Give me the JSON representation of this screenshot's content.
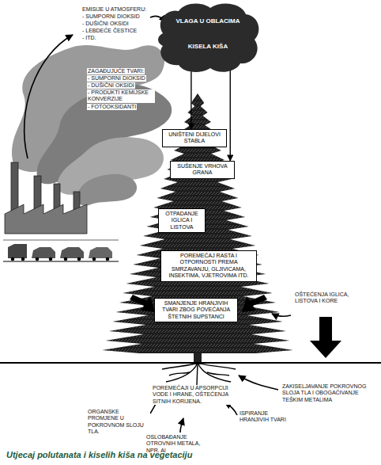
{
  "diagram": {
    "caption": "Utjecaj polutanata i kiselih kiša na vegetaciju",
    "nodes": [
      {
        "text": [
          "VLAGA U OBLACIMA",
          "KISELA KIŠA"
        ]
      },
      {
        "text": [
          "UNIŠTENI DIJELOVI STABLA"
        ]
      },
      {
        "text": [
          "SUŠENJE VRHOVA GRANA"
        ]
      },
      {
        "text": [
          "OTPADANJE IGLICA I LISTOVA"
        ]
      },
      {
        "text": [
          "POREMEĆAJ RASTA I OTPORNOSTI PREMA SMRZAVANJU, GLJIVICAMA, INSEKTIMA, VJETROVIMA ITD."
        ]
      },
      {
        "text": [
          "SMANJENJE HRANJIVIH TVARI ZBOG POVEĆANJA ŠTETNIH SUPSTANCI"
        ]
      }
    ],
    "edges": [
      {
        "from": 0,
        "to": 1,
        "arrow": "to"
      },
      {
        "from": 0,
        "to": 2,
        "arrow": "to"
      }
    ],
    "labels": [
      "EMISIJE U ATMOSFERU:",
      "- SUMPORNI DIOKSID",
      "- DUŠIČNI OKSIDI",
      "- LEBDEĆE ČESTICE",
      "- ITD.",
      "ZAGAĐUJUĆE TVARI:",
      "- SUMPORNI DIOKSID",
      "- DUŠIČNI OKSIDI",
      "- PRODUKTI KEMIJSKE KONVERZIJE",
      "- FOTOOKSIDANTI",
      "OŠTEĆENJA IGLICA, LISTOVA I KORE",
      "ZAKISELJAVANJE POKROVNOG SLOJA TLA I OBOGAĆIVANJE TEŠKIM METALIMA",
      "POREMEĆAJI U APSORPCIJI VODE I HRANE, OŠTEĆENJA SITNIH KORIJENA.",
      "ORGANSKE PROMJENE U POKROVNOM SLOJU TLA.",
      "ISPIRANJE HRANJIVIH TVARI",
      "OSLOBAĐANJE OTROVNIH METALA, NPR. Al"
    ]
  }
}
